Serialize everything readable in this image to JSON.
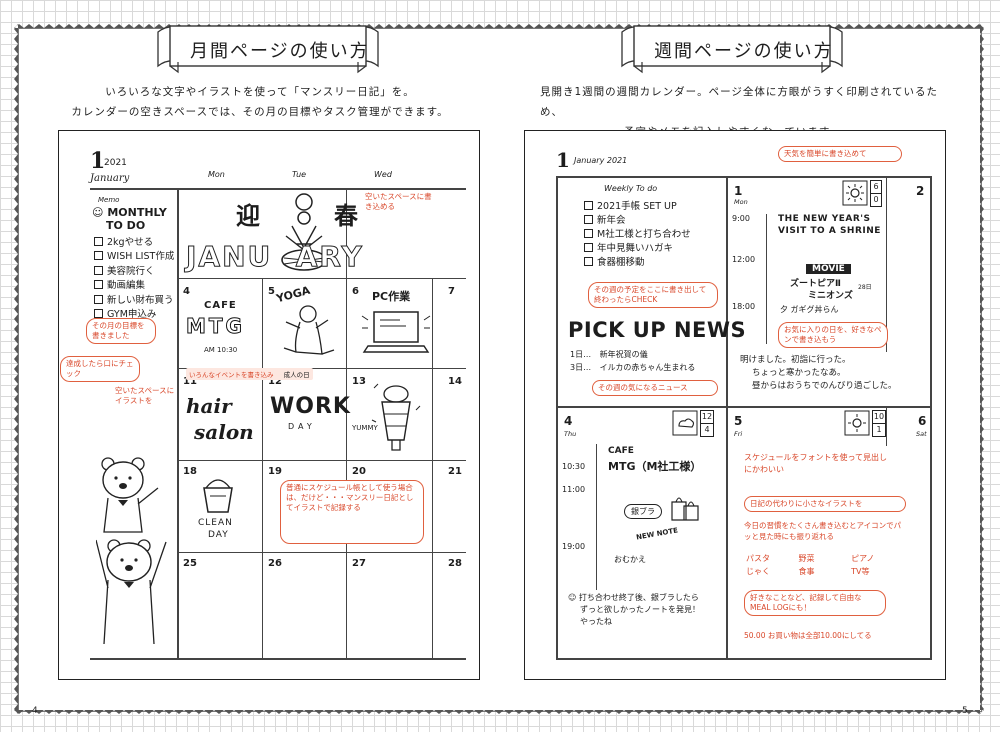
{
  "left": {
    "banner_title": "月間ページの使い方",
    "intro_line1": "いろいろな文字やイラストを使って「マンスリー日記」を。",
    "intro_line2": "カレンダーの空きスペースでは、その月の目標やタスク管理ができます。",
    "page_number": "4",
    "month_num": "1",
    "year": "2021",
    "month_name": "January",
    "days": [
      "Mon",
      "Tue",
      "Wed"
    ],
    "memo_label": "Memo",
    "memo_title1": "MONTHLY",
    "memo_title2": "TO DO",
    "todo_items": [
      "2kgやせる",
      "WISH LIST作成",
      "美容院行く",
      "動画編集",
      "新しい財布買う",
      "GYM申込み"
    ],
    "jan_banner": "JANU  ARY",
    "kanji1": "迎",
    "kanji2": "春",
    "dates": [
      "4",
      "5",
      "6",
      "7",
      "11",
      "12",
      "13",
      "14",
      "18",
      "19",
      "20",
      "21",
      "25",
      "26",
      "27",
      "28"
    ],
    "cafe": "CAFE",
    "mtg": "MTG",
    "mtg_time": "AM 10:30",
    "yoga": "YOGA",
    "pc": "PC作業",
    "seijin": "成人の日",
    "hair1": "hair",
    "hair2": "salon",
    "work": "WORK",
    "day": "DAY",
    "yummy": "YUMMY",
    "clean1": "CLEAN",
    "clean2": "DAY",
    "notes": {
      "wed": "空いたスペースに書き込める",
      "goal": "その月の目標を書きました",
      "done": "達成したら口にチェック",
      "illust": "空いたスペースにイラストを",
      "kyujitsu": "いろんなイベントを書き込み",
      "tips": "普通にスケジュール帳として使う場合は、だけど・・・マンスリー日記としてイラストで記録する"
    }
  },
  "right": {
    "banner_title": "週間ページの使い方",
    "intro_line1": "見開き1週間の週間カレンダー。ページ全体に方眼がうすく印刷されているため、",
    "intro_line2": "予定やメモを記入しやすくなっています。",
    "page_number": "5",
    "week_num": "1",
    "month_year": "January 2021",
    "weekly_todo_title": "Weekly To do",
    "weekly_todo": [
      "2021手帳 SET UP",
      "新年会",
      "M社工様と打ち合わせ",
      "年中見舞いハガキ",
      "食器棚移動"
    ],
    "pickup": "PICK UP NEWS",
    "news1_day": "1日…",
    "news1": "新年祝賀の儀",
    "news3_day": "3日…",
    "news3": "イルカの赤ちゃん生まれる",
    "day1": "1",
    "day1_name": "Mon",
    "day2": "2",
    "day4": "4",
    "day4_name": "Thu",
    "day5": "5",
    "day5_name": "Fri",
    "day6": "6",
    "day6_name": "Sat",
    "times_day1": [
      "9:00",
      "12:00",
      "18:00"
    ],
    "times_day4": [
      "10:30",
      "11:00",
      "19:00"
    ],
    "shrine1": "THE NEW YEAR'S",
    "shrine2": "VISIT TO A SHRINE",
    "movie": "MOVIE",
    "movie_title1": "ズートピアⅡ",
    "movie_title2": "ミニオンズ",
    "movie_num": "28日",
    "movie_food": "夕 ガギグ丼らん",
    "diary_day1_1": "明けました。初詣に行った。",
    "diary_day1_2": "ちょっと寒かったなあ。",
    "diary_day1_3": "昼からはおうちでのんびり過ごした。",
    "cafe": "CAFE",
    "mtg": "MTG（M社工様）",
    "gaibura": "銀ブラ",
    "new_note": "NEW NOTE",
    "omiyage": "おむかえ",
    "diary_day4_1": "打ち合わせ終了後、銀ブラしたら",
    "diary_day4_2": "ずっと欲しかったノートを発見！",
    "diary_day4_3": "やったね",
    "weather_day1": "6",
    "weather_day1b": "0",
    "weather_day4": "12",
    "weather_day4b": "4",
    "weather_day5": "10",
    "weather_day5b": "1",
    "fri_items": [
      "パスタ",
      "野菜",
      "ピアノ",
      "じゃく",
      "食事",
      "TV等"
    ],
    "notes": {
      "weather": "天気を簡単に書き込めて",
      "todo": "その週の予定をここに書き出して終わったらCHECK",
      "news": "その週の気になるニュース",
      "day1": "お気に入りの日を、好きなペンで書き込もう",
      "fri1": "スケジュールをフォントを使って見出しにかわいい",
      "fri2": "日記の代わりに小さなイラストを",
      "fri3": "今日の習慣をたくさん書き込むとアイコンでパッと見た時にも振り返れる",
      "fri4": "好きなことなど、記録して自由なMEAL LOGにも！",
      "fri5": "50.00 お買い物は全部10.00にしてる"
    }
  }
}
